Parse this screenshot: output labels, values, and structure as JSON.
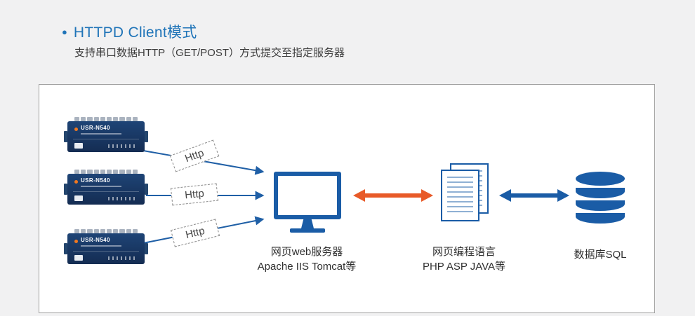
{
  "header": {
    "bullet": "●",
    "title": "HTTPD Client模式",
    "subtitle": "支持串口数据HTTP（GET/POST）方式提交至指定服务器"
  },
  "diagram": {
    "devices": [
      {
        "model": "USR-N540"
      },
      {
        "model": "USR-N540"
      },
      {
        "model": "USR-N540"
      }
    ],
    "http_labels": [
      "Http",
      "Http",
      "Http"
    ],
    "web_server": {
      "line1": "网页web服务器",
      "line2": "Apache IIS Tomcat等"
    },
    "language": {
      "line1": "网页编程语言",
      "line2": "PHP ASP JAVA等"
    },
    "database": {
      "label": "数据库SQL"
    },
    "colors": {
      "blue": "#1a5ca6",
      "orange": "#e85a28",
      "title_blue": "#1f74b8"
    }
  }
}
